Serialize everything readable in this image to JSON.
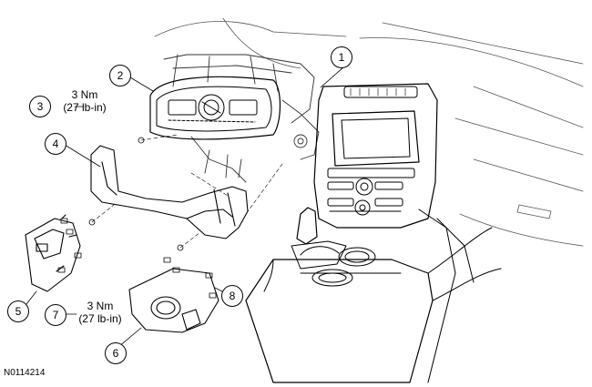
{
  "figure_id": "N0114214",
  "callouts": [
    {
      "number": "1",
      "label": ""
    },
    {
      "number": "2",
      "label": ""
    },
    {
      "number": "3",
      "label": ""
    },
    {
      "number": "4",
      "label": ""
    },
    {
      "number": "5",
      "label": ""
    },
    {
      "number": "6",
      "label": ""
    },
    {
      "number": "7",
      "label": ""
    },
    {
      "number": "8",
      "label": ""
    }
  ],
  "torque_specs": {
    "upper": {
      "metric": "3 Nm",
      "imperial": "(27 lb-in)"
    },
    "lower": {
      "metric": "3 Nm",
      "imperial": "(27 lb-in)"
    }
  },
  "colors": {
    "line": "#000000",
    "background": "#ffffff"
  }
}
